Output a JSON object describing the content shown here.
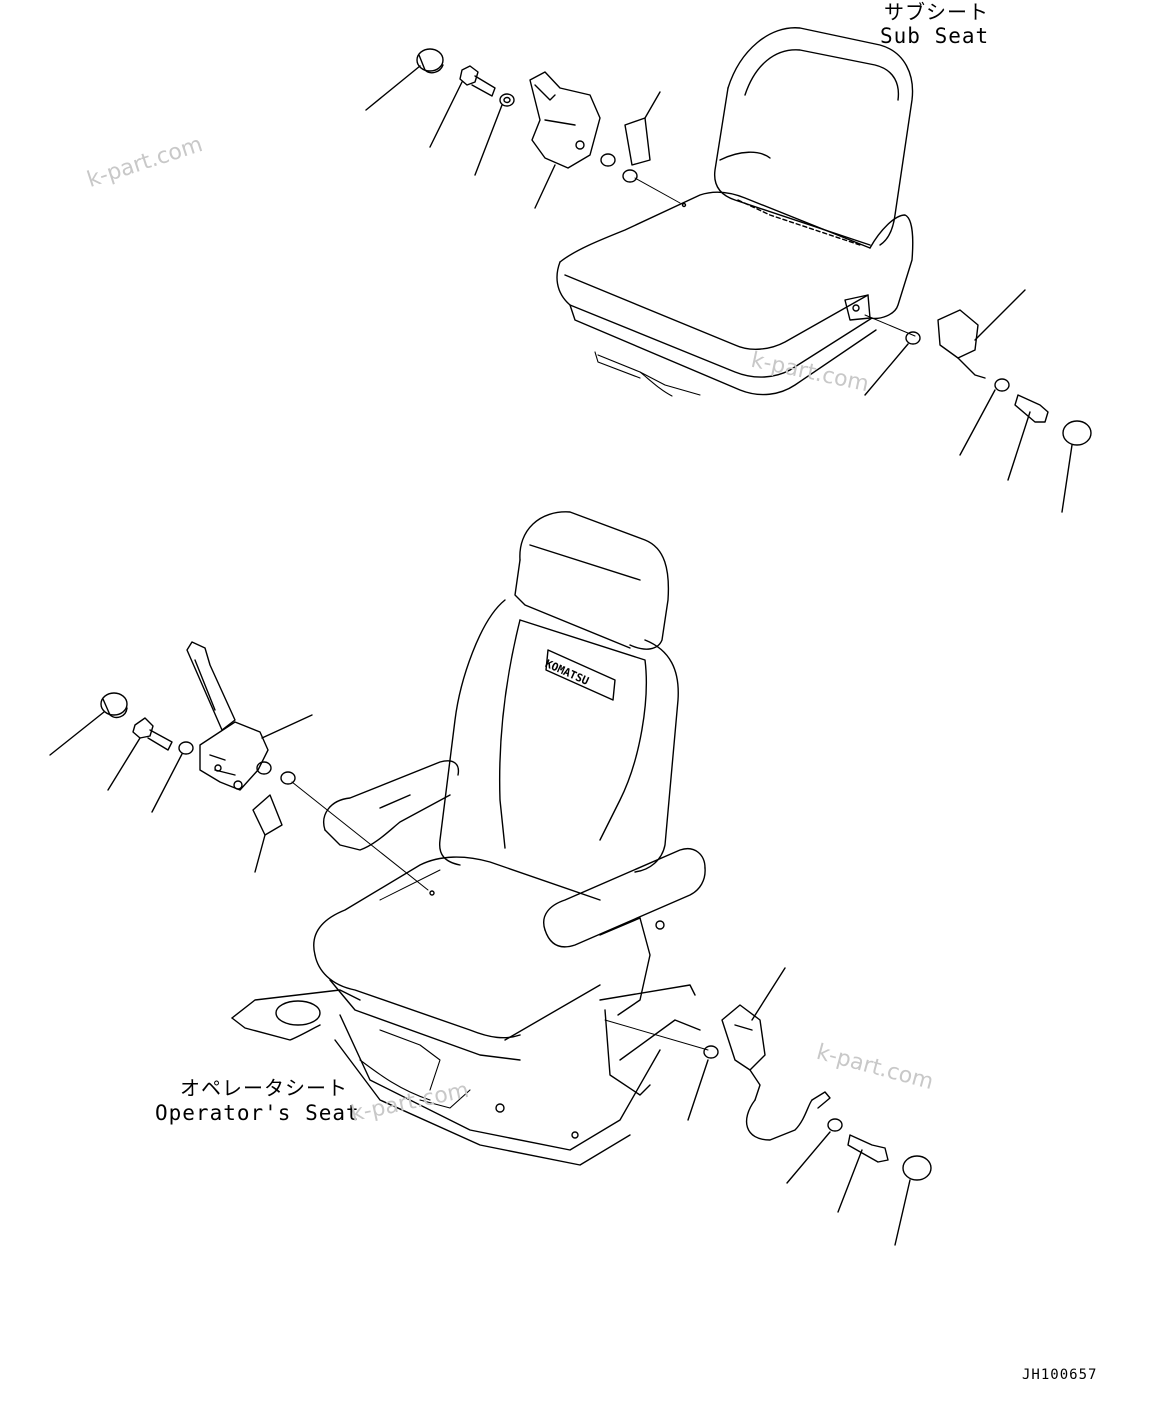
{
  "labels": {
    "sub_seat_jp": "サブシート",
    "sub_seat_en": "Sub Seat",
    "operator_seat_jp": "オペレータシート",
    "operator_seat_en": "Operator's Seat",
    "seat_brand": "KOMATSU"
  },
  "watermarks": [
    "k-part.com",
    "k-part.com",
    "k-part.com",
    "k-part.com"
  ],
  "drawing_code": "JH100657",
  "colors": {
    "line": "#000000",
    "watermark": "#c8c8c8",
    "background": "#ffffff"
  }
}
